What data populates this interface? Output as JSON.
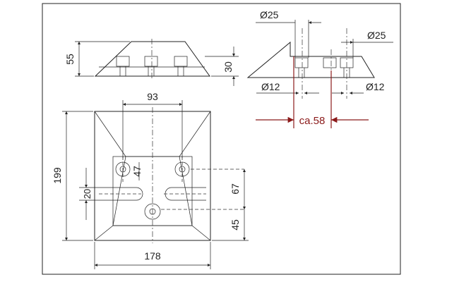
{
  "drawing": {
    "dimensions": {
      "overall_height": "55",
      "base_height": "30",
      "top_hole_dia": "Ø25",
      "right_hole_dia": "Ø25",
      "left_bore_dia": "Ø12",
      "right_bore_dia": "Ø12",
      "hole_spacing_approx": "ca.58",
      "top_width": "93",
      "overall_length": "199",
      "slot_width": "20",
      "upper_offset": "47",
      "upper_to_center": "67",
      "center_to_bottom": "45",
      "overall_width": "178"
    },
    "colors": {
      "line": "#222222",
      "accent": "#8b1a1a",
      "background": "#ffffff"
    }
  }
}
